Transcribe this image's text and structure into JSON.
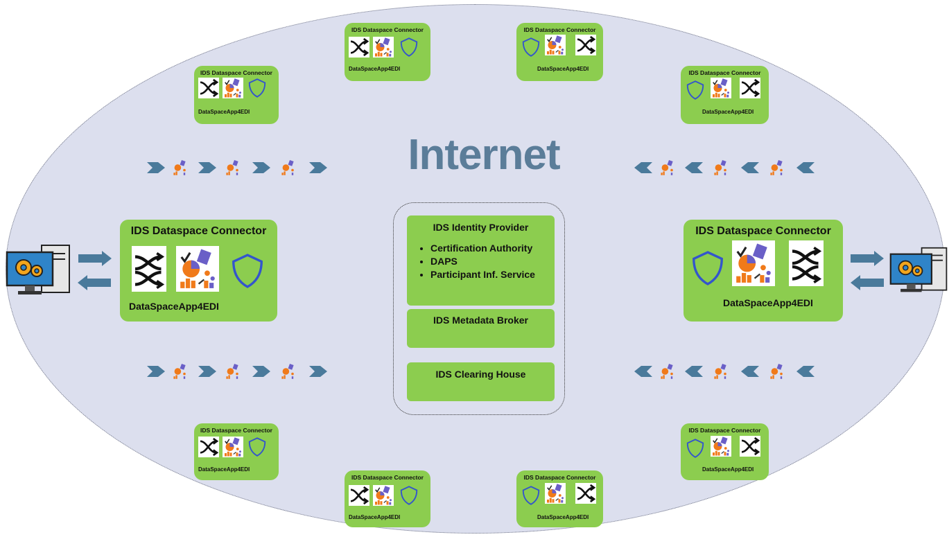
{
  "title": "Internet",
  "connector_title": "IDS Dataspace Connector",
  "app_label": "DataSpaceApp4EDI",
  "central": {
    "identity_provider": {
      "title": "IDS Identity Provider",
      "items": [
        "Certification Authority",
        "DAPS",
        "Participant Inf. Service"
      ]
    },
    "metadata_broker": "IDS Metadata Broker",
    "clearing_house": "IDS Clearing House"
  },
  "colors": {
    "box_green": "#8ccd4f",
    "ellipse_fill": "#dcdfee",
    "arrow_blue": "#4a7a9b",
    "title_blue": "#5b7d99",
    "shield_blue": "#3355cc"
  },
  "icons": [
    "shuffle-icon",
    "analytics-icon",
    "shield-icon",
    "computer-gear-icon",
    "arrow-right-icon",
    "arrow-left-icon",
    "chevron-icon"
  ]
}
